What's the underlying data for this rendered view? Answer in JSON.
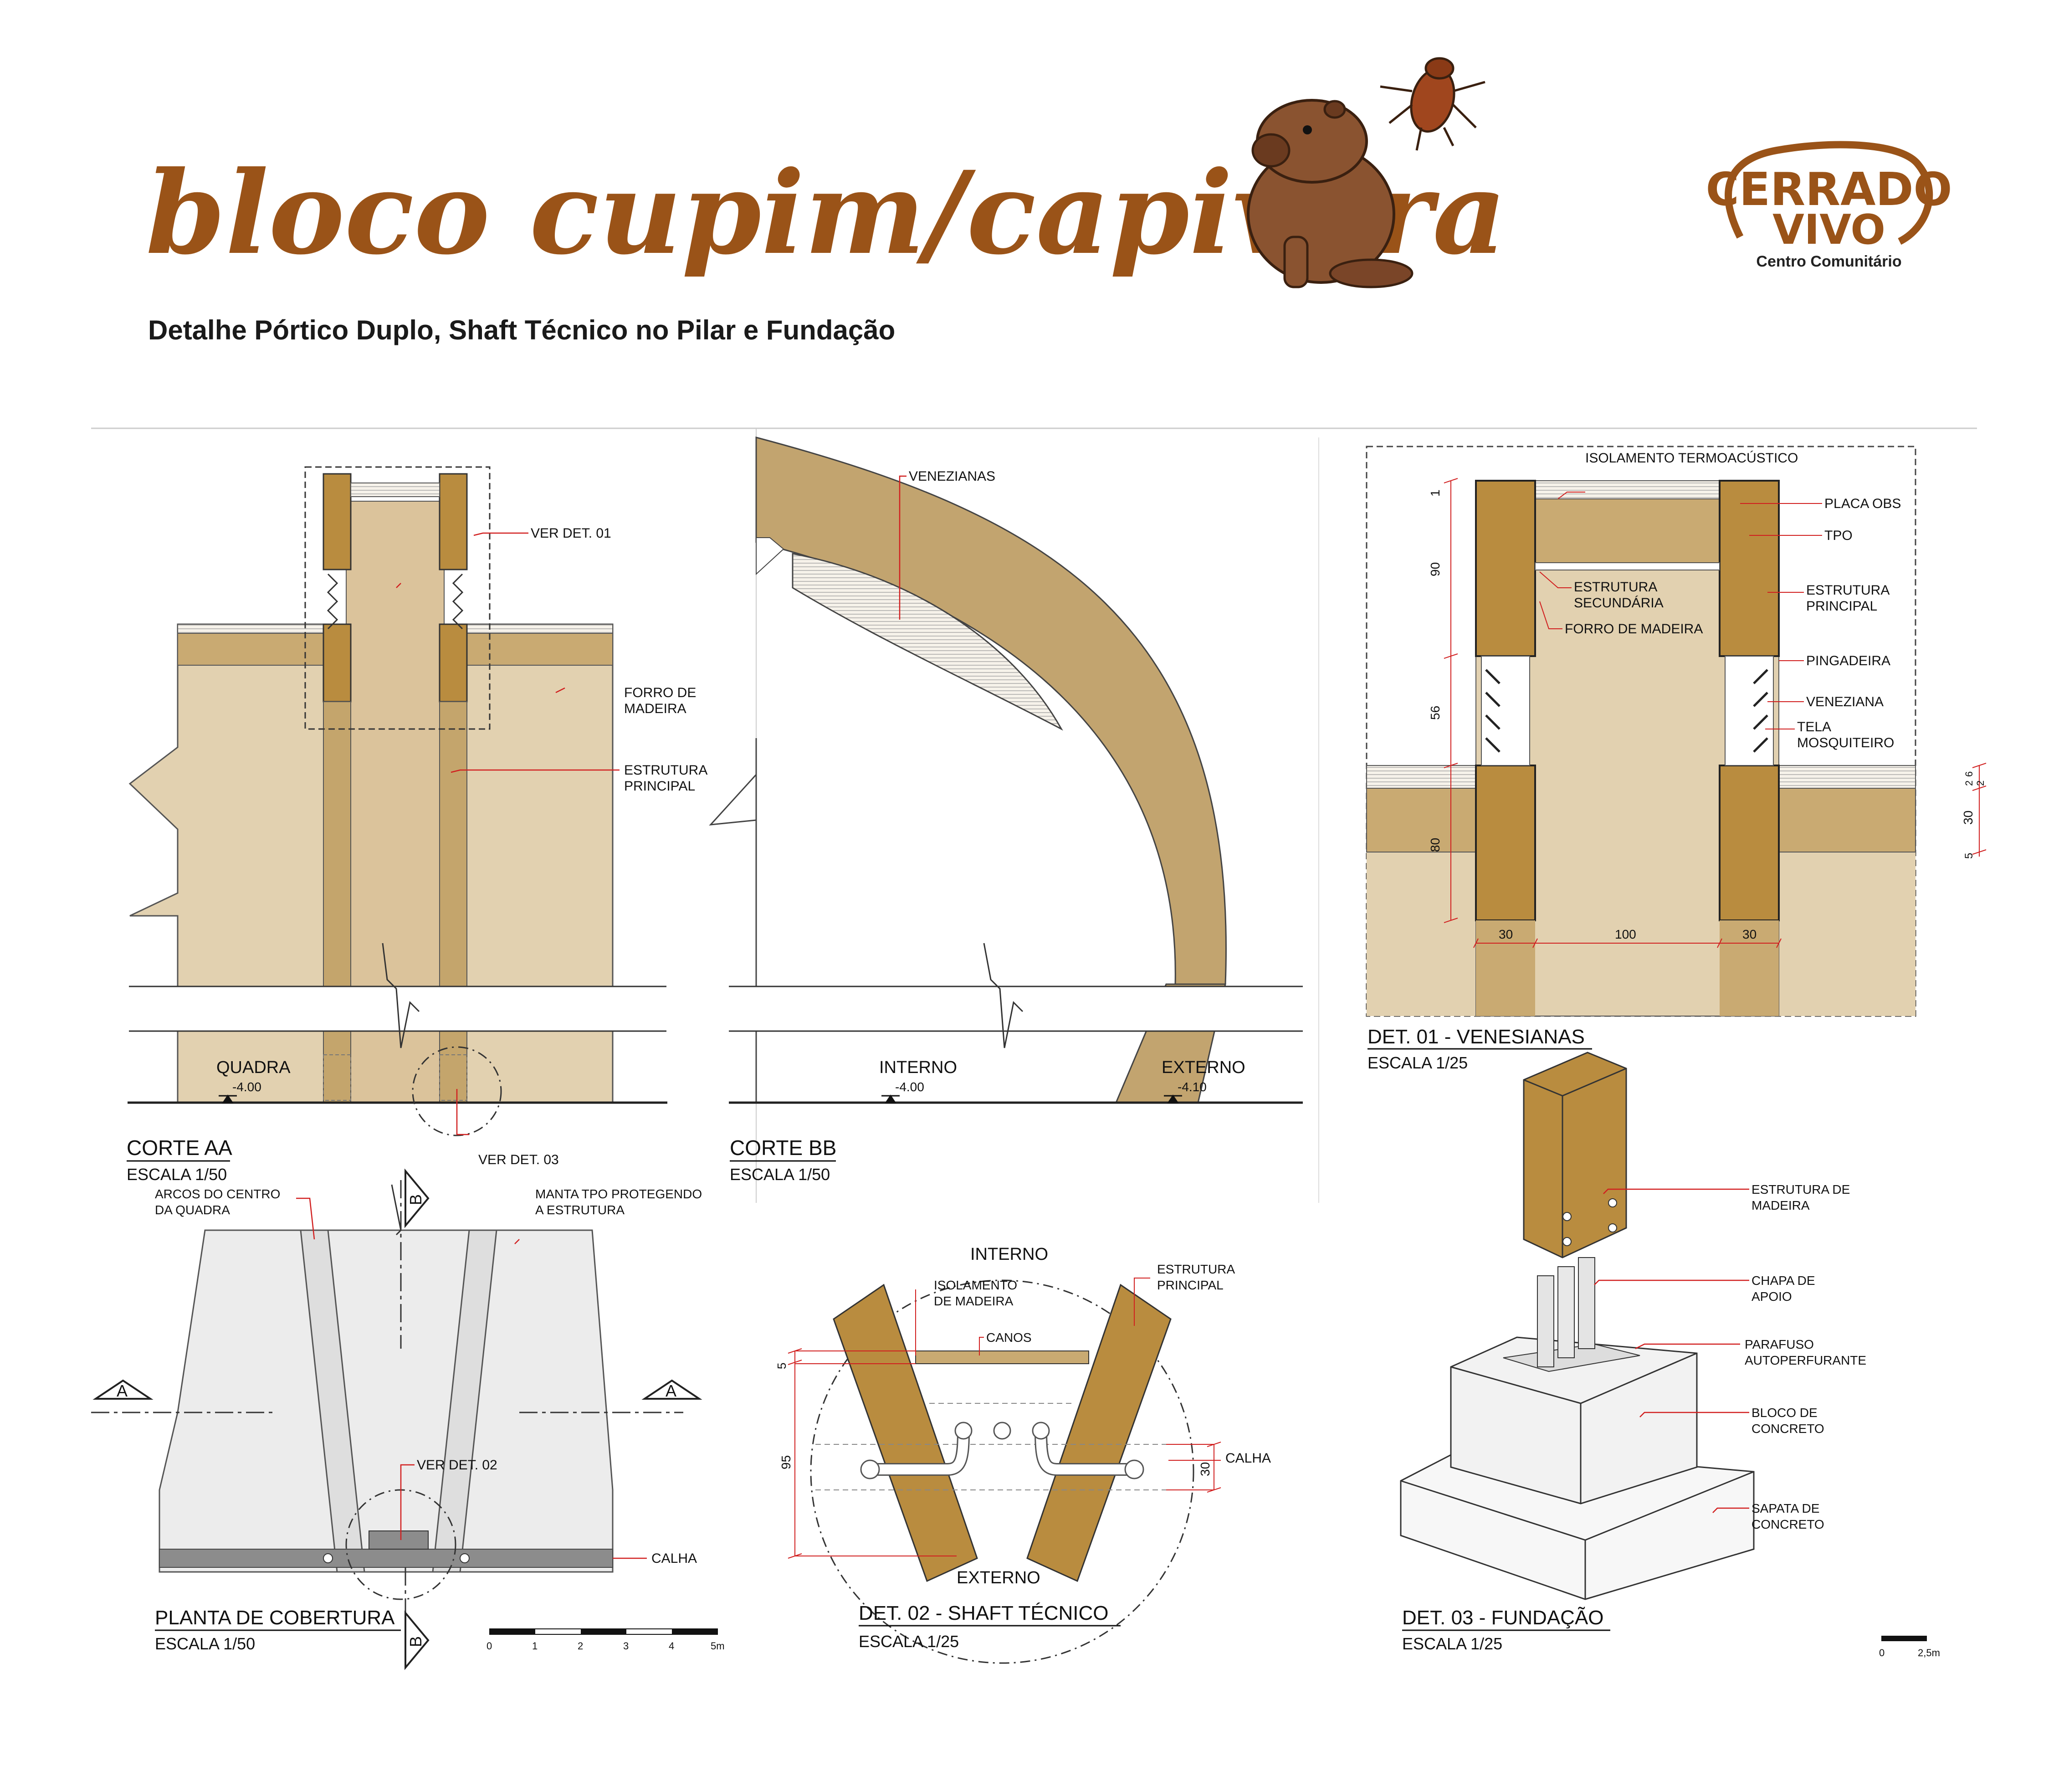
{
  "header": {
    "title": "bloco cupim/capivara",
    "subtitle": "Detalhe Pórtico Duplo, Shaft Técnico no Pilar e Fundação",
    "logo_text_1": "CERRADO",
    "logo_text_2": "VIVO",
    "logo_caption": "Centro Comunitário"
  },
  "colors": {
    "brand_brown": "#9a5318",
    "wood": "#b98c3f",
    "beige": "#e2d1b0",
    "beige_dark": "#c9aa72",
    "arc": "#c2a46f",
    "roof_gray": "#ececec",
    "gutter": "#8c8c8c",
    "red": "#d11f1f"
  },
  "corte_aa": {
    "title": "CORTE AA",
    "scale": "ESCALA 1/50",
    "labels": {
      "ver_det_01": "VER DET. 01",
      "forro": [
        "FORRO DE",
        "MADEIRA"
      ],
      "estrutura": [
        "ESTRUTURA",
        "PRINCIPAL"
      ],
      "quadra": "QUADRA",
      "level": "-4.00",
      "ver_det_03": "VER DET. 03"
    }
  },
  "corte_bb": {
    "title": "CORTE BB",
    "scale": "ESCALA 1/50",
    "labels": {
      "venezianas": "VENEZIANAS",
      "interno": "INTERNO",
      "interno_level": "-4.00",
      "externo": "EXTERNO",
      "externo_level": "-4.10"
    }
  },
  "det01": {
    "title": "DET. 01 - VENESIANAS",
    "scale": "ESCALA 1/25",
    "labels": {
      "isolamento": "ISOLAMENTO TERMOACÚSTICO",
      "placa": "PLACA OBS",
      "tpo": "TPO",
      "estrutura_sec": [
        "ESTRUTURA",
        "SECUNDÁRIA"
      ],
      "forro": "FORRO DE MADEIRA",
      "estrutura_pri": [
        "ESTRUTURA",
        "PRINCIPAL"
      ],
      "pingadeira": "PINGADEIRA",
      "veneziana": "VENEZIANA",
      "tela": [
        "TELA",
        "MOSQUITEIRO"
      ]
    },
    "dims_left": [
      "1",
      "90",
      "56",
      "80"
    ],
    "dims_bottom": [
      "30",
      "100",
      "30"
    ],
    "dims_right": [
      "6",
      "2",
      "2",
      "30",
      "5"
    ]
  },
  "planta": {
    "title": "PLANTA DE COBERTURA",
    "scale": "ESCALA 1/50",
    "labels": {
      "arcos": [
        "ARCOS DO CENTRO",
        "DA QUADRA"
      ],
      "manta": [
        "MANTA TPO PROTEGENDO",
        "A ESTRUTURA"
      ],
      "ver_det_02": "VER DET. 02",
      "calha": "CALHA",
      "sec_a": "A",
      "sec_b": "B"
    },
    "scalebar": [
      "0",
      "1",
      "2",
      "3",
      "4",
      "5m"
    ]
  },
  "det02": {
    "title": "DET. 02 - SHAFT TÉCNICO",
    "scale": "ESCALA 1/25",
    "labels": {
      "interno": "INTERNO",
      "externo": "EXTERNO",
      "isolamento": [
        "ISOLAMENTO",
        "DE MADEIRA"
      ],
      "estrutura": [
        "ESTRUTURA",
        "PRINCIPAL"
      ],
      "canos": "CANOS",
      "calha": "CALHA"
    },
    "dims": [
      "5",
      "95",
      "30"
    ]
  },
  "det03": {
    "title": "DET. 03 - FUNDAÇÃO",
    "scale": "ESCALA 1/25",
    "labels": {
      "estrutura": [
        "ESTRUTURA DE",
        "MADEIRA"
      ],
      "chapa": [
        "CHAPA DE",
        "APOIO"
      ],
      "parafuso": [
        "PARAFUSO",
        "AUTOPERFURANTE"
      ],
      "bloco": [
        "BLOCO DE",
        "CONCRETO"
      ],
      "sapata": [
        "SAPATA DE",
        "CONCRETO"
      ]
    },
    "scalebar": [
      "0",
      "2,5m"
    ]
  }
}
